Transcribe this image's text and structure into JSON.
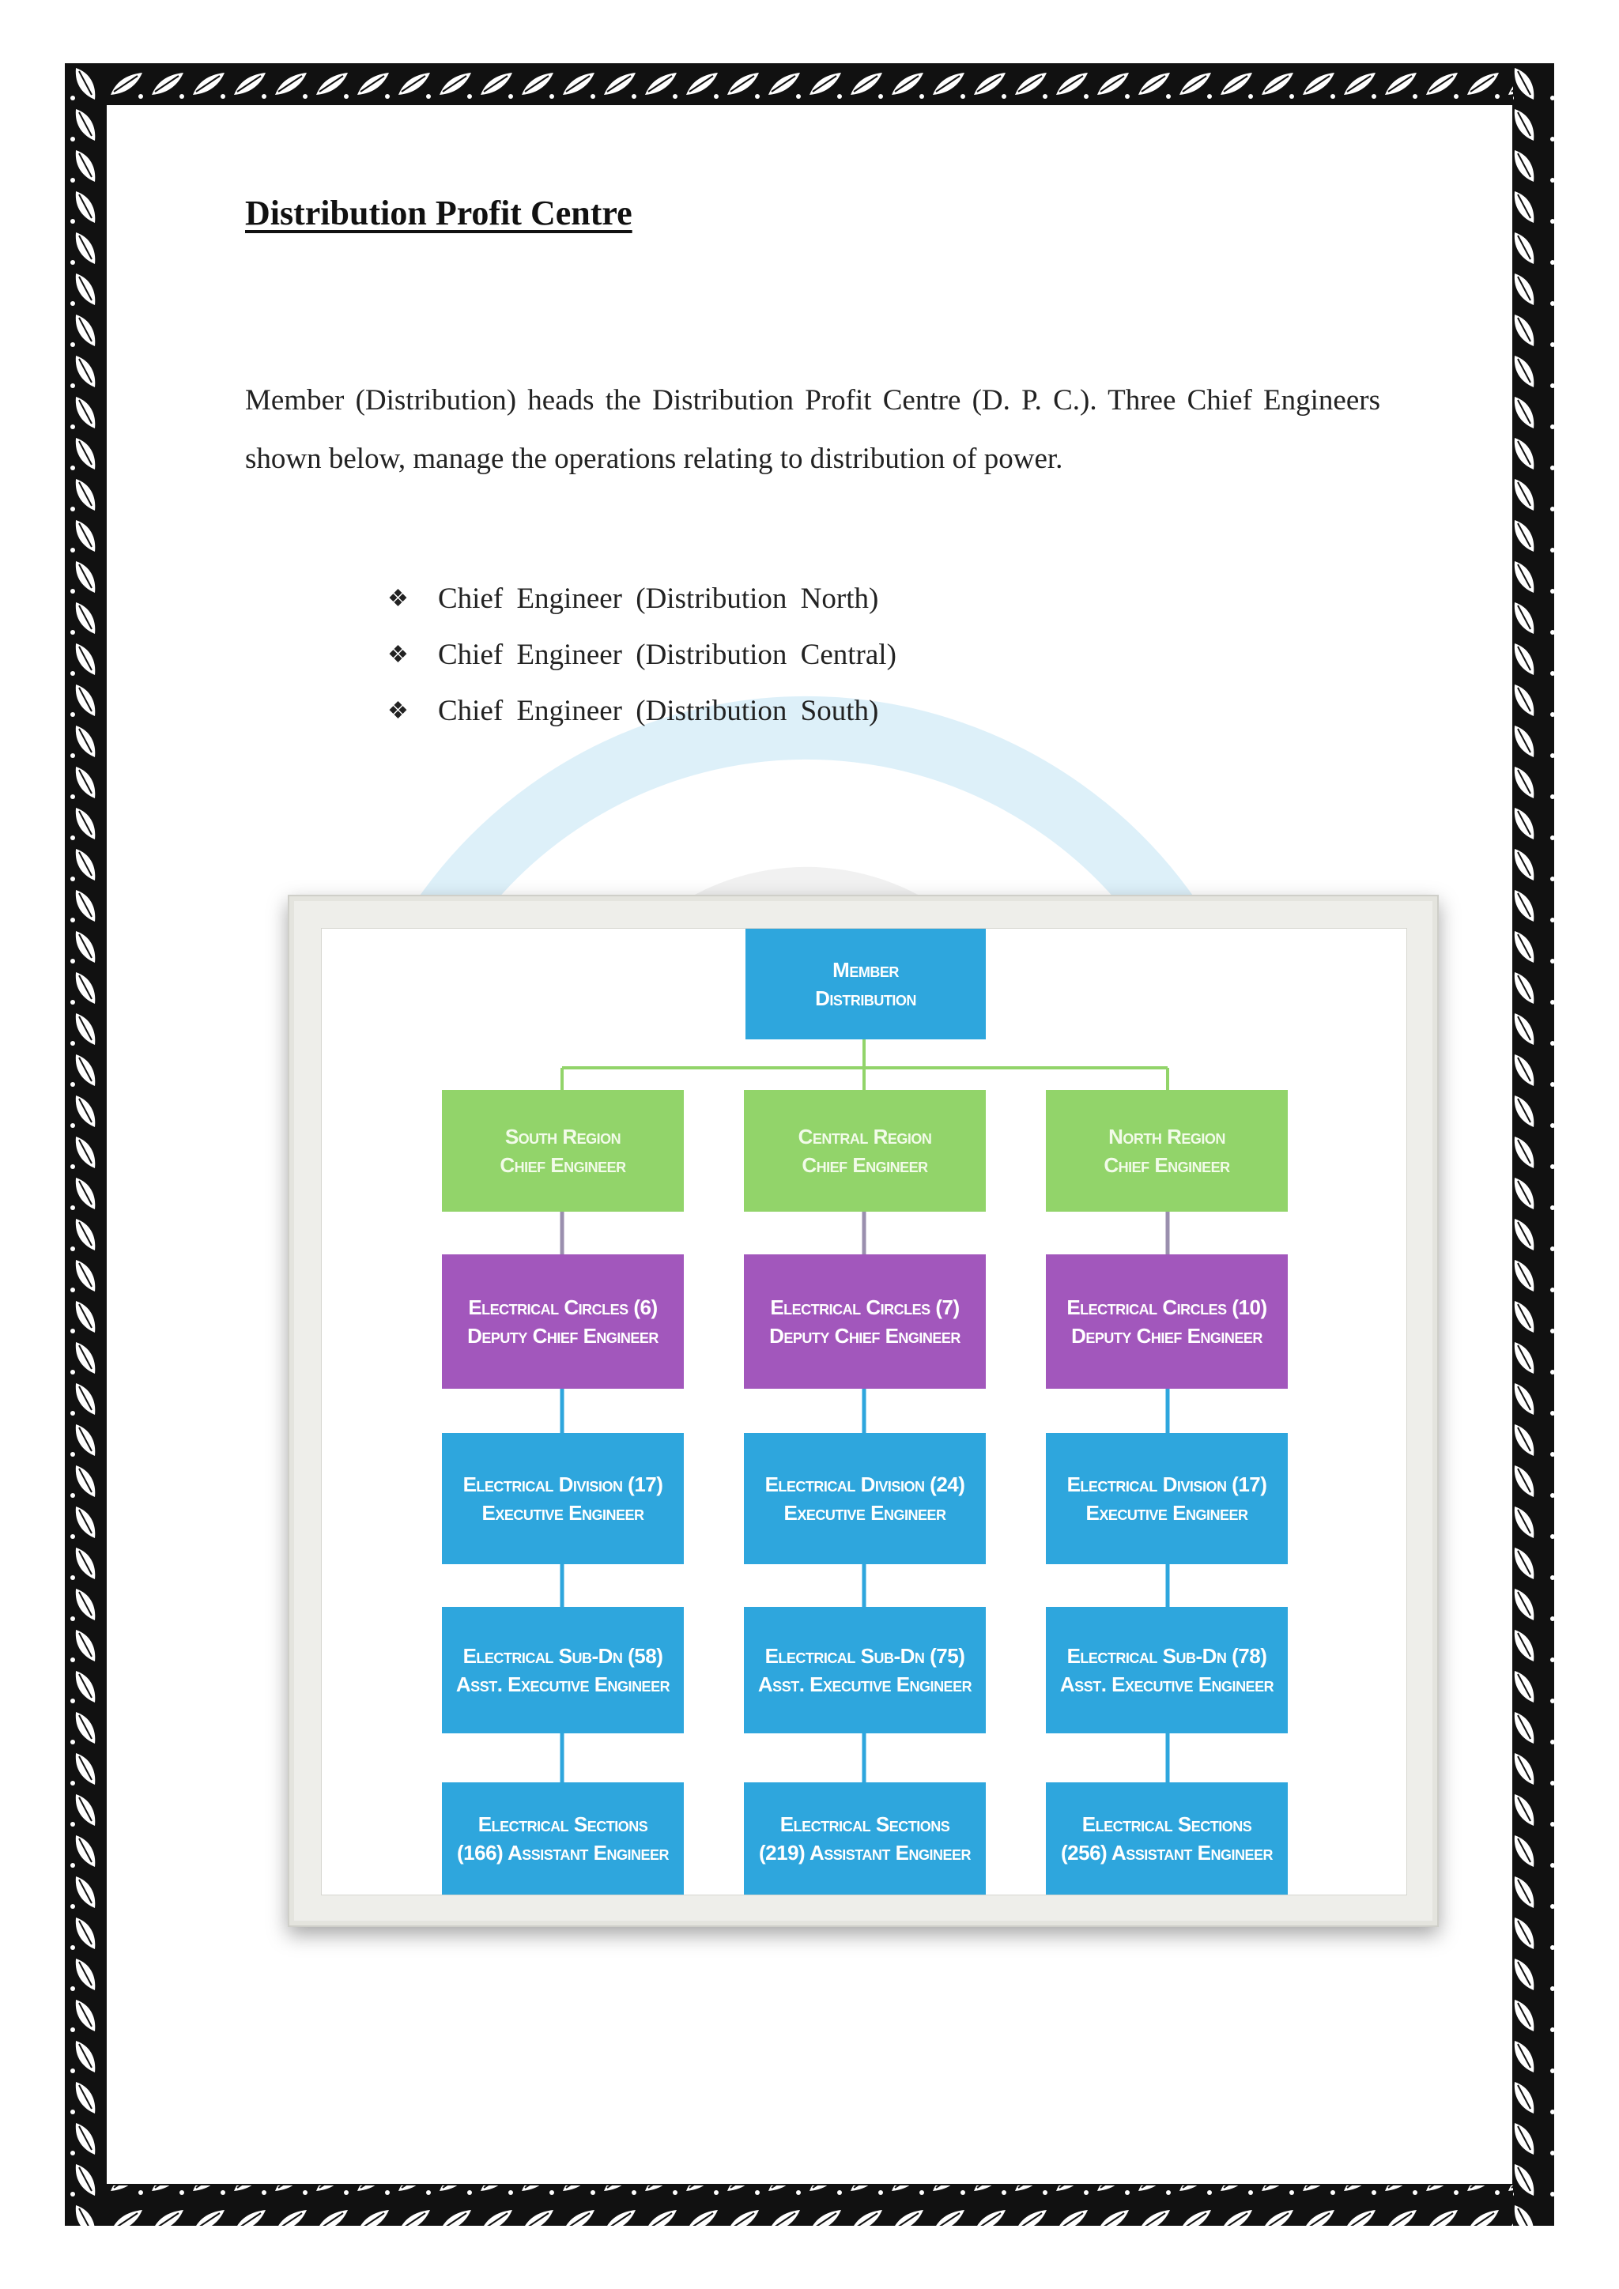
{
  "title": "Distribution Profit Centre",
  "intro": "Member (Distribution) heads the Distribution Profit Centre (D. P. C.). Three Chief Engineers shown below, manage the operations relating to distribution of power.",
  "bullets": [
    "Chief Engineer (Distribution North)",
    "Chief Engineer (Distribution Central)",
    "Chief Engineer (Distribution South)"
  ],
  "colors": {
    "border": "#111111",
    "node_blue": "#2ea6dd",
    "node_green": "#92d46a",
    "node_purple": "#a257bc",
    "connector_green": "#92d46a",
    "connector_blue": "#2ea6dd",
    "connector_purple": "#9a8fae"
  },
  "org_chart": {
    "root": {
      "line1": "Member",
      "line2": "Distribution"
    },
    "columns": [
      {
        "region": {
          "line1": "South Region",
          "line2": "Chief Engineer"
        },
        "circles": {
          "line1": "Electrical Circles (6)",
          "line2": "Deputy Chief Engineer"
        },
        "division": {
          "line1": "Electrical Division (17)",
          "line2": "Executive Engineer"
        },
        "subdivision": {
          "line1": "Electrical Sub-Dn (58)",
          "line2": "Asst. Executive Engineer"
        },
        "sections": {
          "line1": "Electrical Sections",
          "line2": "(166) Assistant Engineer"
        }
      },
      {
        "region": {
          "line1": "Central Region",
          "line2": "Chief Engineer"
        },
        "circles": {
          "line1": "Electrical Circles (7)",
          "line2": "Deputy Chief Engineer"
        },
        "division": {
          "line1": "Electrical Division (24)",
          "line2": "Executive Engineer"
        },
        "subdivision": {
          "line1": "Electrical Sub-Dn (75)",
          "line2": "Asst. Executive Engineer"
        },
        "sections": {
          "line1": "Electrical Sections",
          "line2": "(219) Assistant Engineer"
        }
      },
      {
        "region": {
          "line1": "North Region",
          "line2": "Chief Engineer"
        },
        "circles": {
          "line1": "Electrical Circles (10)",
          "line2": "Deputy Chief Engineer"
        },
        "division": {
          "line1": "Electrical Division (17)",
          "line2": "Executive Engineer"
        },
        "subdivision": {
          "line1": "Electrical Sub-Dn (78)",
          "line2": "Asst. Executive Engineer"
        },
        "sections": {
          "line1": "Electrical Sections",
          "line2": "(256) Assistant Engineer"
        }
      }
    ]
  }
}
